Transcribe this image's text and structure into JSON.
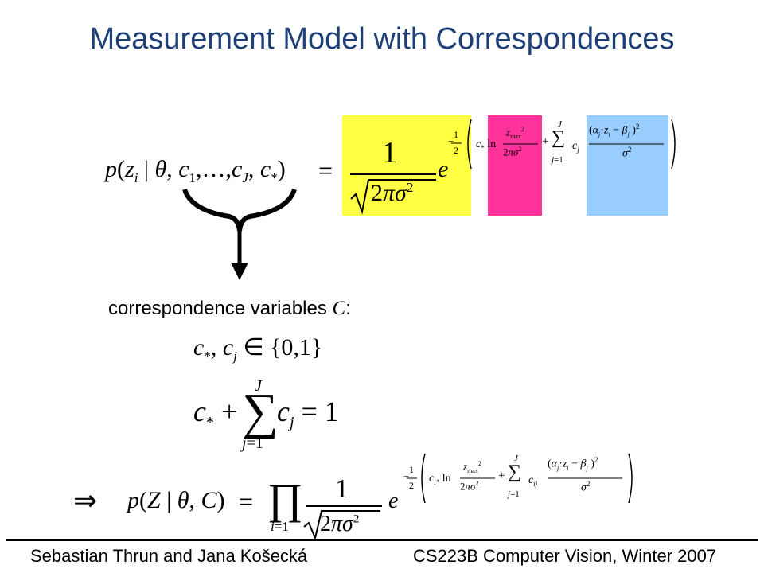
{
  "slide": {
    "title": "Measurement Model with Correspondences",
    "label_text": "correspondence variables",
    "label_var": "C",
    "label_colon": ":"
  },
  "footer": {
    "left": "Sebastian Thrun and Jana Košecká",
    "right": "CS223B Computer Vision, Winter 2007"
  },
  "highlight_colors": {
    "normalizer": "#ffff44",
    "outlier_term": "#ff3399",
    "feature_term": "#99ccff"
  }
}
